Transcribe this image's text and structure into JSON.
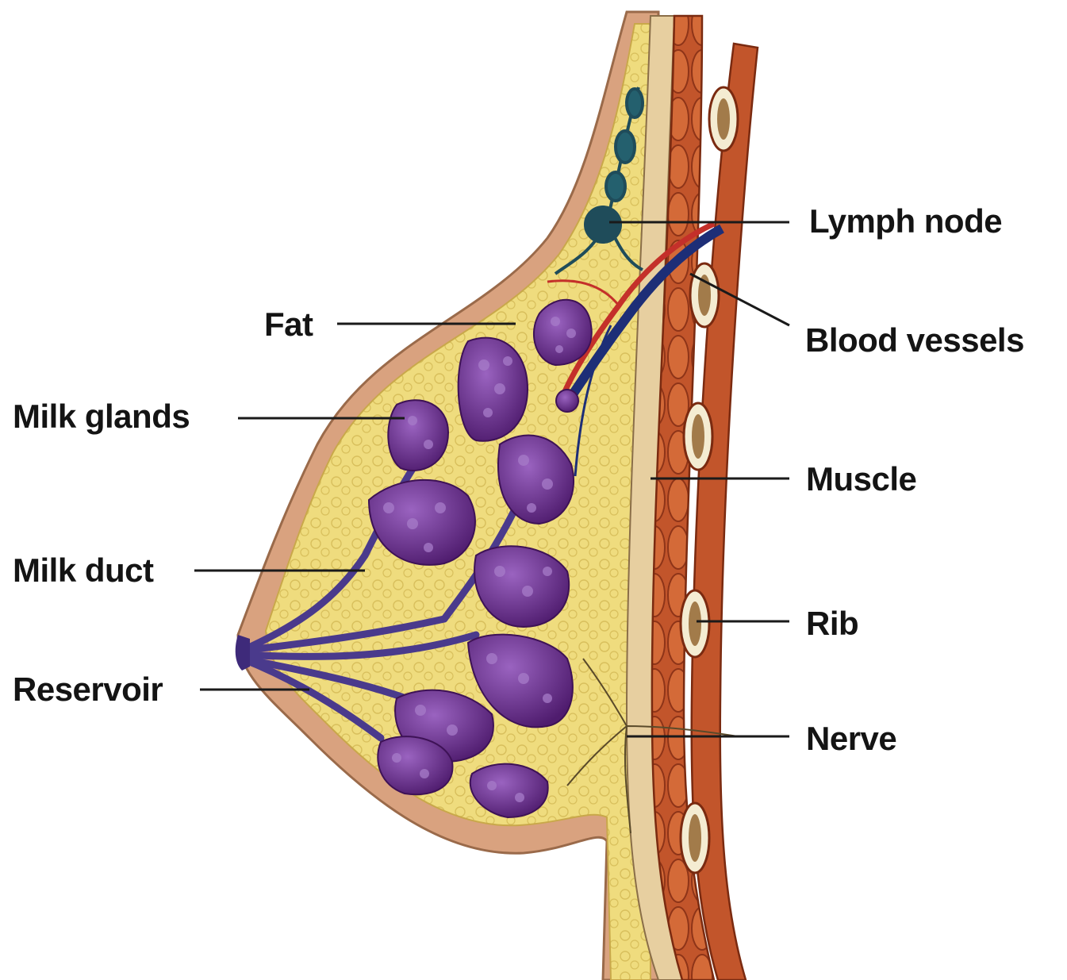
{
  "labels": {
    "lymph_node": "Lymph node",
    "blood_vessels": "Blood vessels",
    "fat": "Fat",
    "milk_glands": "Milk glands",
    "muscle": "Muscle",
    "milk_duct": "Milk duct",
    "rib": "Rib",
    "reservoir": "Reservoir",
    "nerve": "Nerve"
  },
  "colors": {
    "background": "#ffffff",
    "skin": "#d9a27f",
    "fat": "#efdc7e",
    "glands": "#6a2c8a",
    "gland_highlight": "#a77cc9",
    "ducts": "#4a3a8c",
    "muscle": "#c2552b",
    "rib_bone": "#f4ecd2",
    "lymph": "#1f4c5a",
    "blood": "#c4302a",
    "leader_line": "#1a1a1a"
  }
}
